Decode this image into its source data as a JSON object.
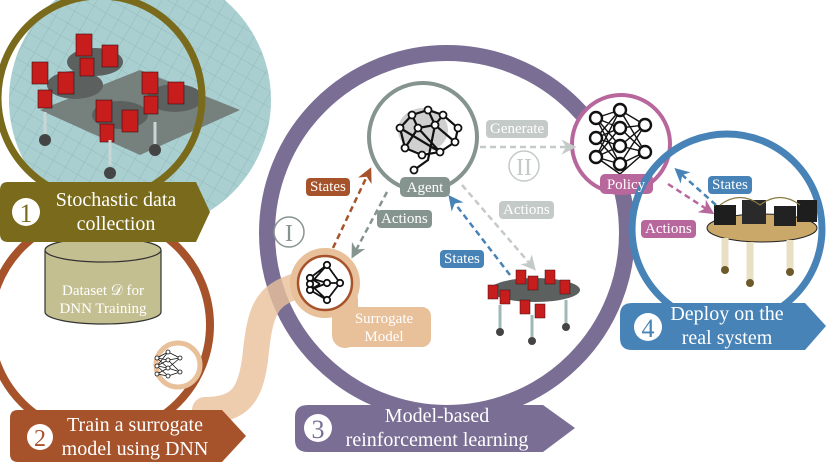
{
  "colors": {
    "step1": "#7a6b1c",
    "step2": "#a6532c",
    "step3": "#7a6e95",
    "step4": "#4783b6",
    "surrogate": "#e8c09a",
    "agent": "#86948f",
    "policy": "#b8679d",
    "generate": "#c4cac7",
    "dataset": "#c4bf90"
  },
  "steps": [
    {
      "number": "1",
      "line1": "Stochastic data",
      "line2": "collection"
    },
    {
      "number": "2",
      "line1": "Train a surrogate",
      "line2": "model using DNN"
    },
    {
      "number": "3",
      "line1": "Model-based",
      "line2": "reinforcement learning"
    },
    {
      "number": "4",
      "line1": "Deploy on the",
      "line2": "real system"
    }
  ],
  "dataset": {
    "line1": "Dataset 𝒟 for",
    "line2": "DNN Training"
  },
  "nodes": {
    "agent": "Agent",
    "policy": "Policy",
    "surrogate_line1": "Surrogate",
    "surrogate_line2": "Model"
  },
  "phases": {
    "one": "I",
    "two": "II"
  },
  "edges": {
    "surrogate_states": "States",
    "agent_actions_to_surrogate": "Actions",
    "generate": "Generate",
    "agent_actions_to_sim": "Actions",
    "sim_states": "States",
    "real_states": "States",
    "policy_actions": "Actions"
  }
}
